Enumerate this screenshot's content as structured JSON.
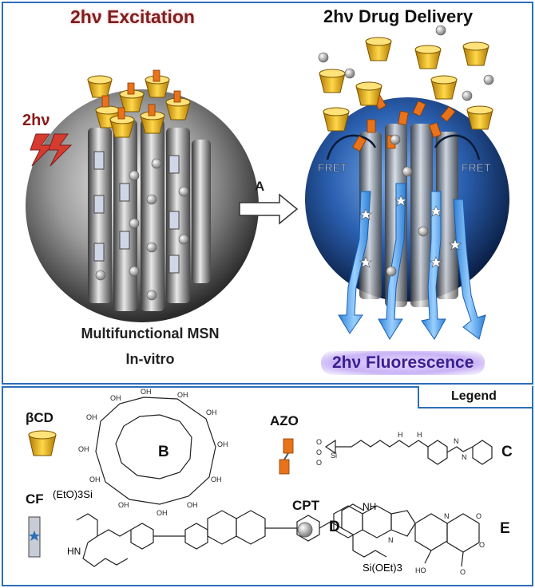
{
  "top": {
    "title_left": "2hν Excitation",
    "title_right": "2hν Drug Delivery",
    "two_hv": "2hν",
    "msn_line1": "Multifunctional MSN",
    "msn_line2": "In-vitro",
    "arrow_label": "A",
    "fret_left": "FRET",
    "fret_right": "FRET",
    "fluorescence": "2hν Fluorescence"
  },
  "legend": {
    "title": "Legend",
    "bcd": "βCD",
    "azo": "AZO",
    "cf": "CF",
    "cpt": "CPT",
    "letters": {
      "b": "B",
      "c": "C",
      "d": "D",
      "e": "E"
    },
    "chem": {
      "etO3si": "(EtO)3Si",
      "si_oet3": "Si(OEt)3",
      "hn": "HN",
      "nh": "NH",
      "n": "N",
      "o": "O",
      "oh": "OH",
      "ho": "HO",
      "h": "H"
    }
  },
  "colors": {
    "frame": "#2c6fb7",
    "cyclodextrin": "#e6a800",
    "azo": "#e8731a",
    "fluorescence_arrow": "#5aa8f0",
    "particle_right": "#1f4f9a"
  },
  "icons": [
    "lightning-icon",
    "right-arrow-icon",
    "star-icon"
  ]
}
